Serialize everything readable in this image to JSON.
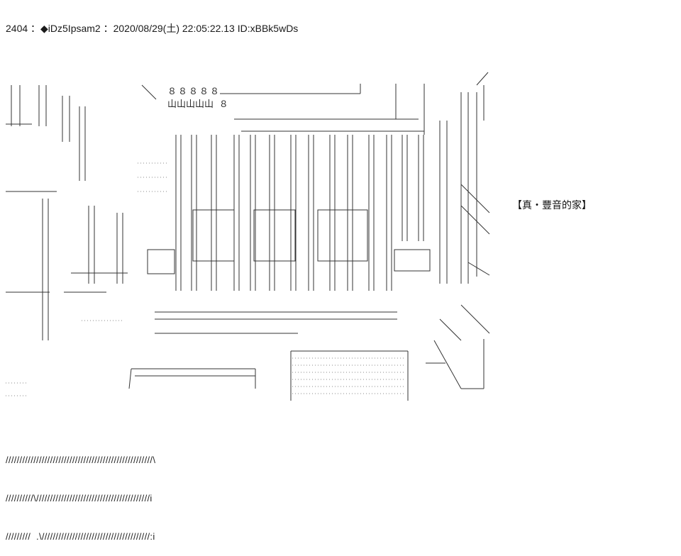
{
  "post": {
    "header": "2404 ：◆iDz5Ipsam2 ：2020/08/29(土) 22:05:22.13 ID:xBBk5wDs"
  },
  "art": {
    "caption": "【真・豐音的家】",
    "numbers_row": "８８８８８",
    "numbers_row2": "山山山山山 ８"
  },
  "footer": {
    "line1": "/////////////////////////////////////////////////////\\",
    "line2": "//////////\\/////////////////////////////////////////i",
    "line3": "/////////  .\\///////////////////////////////////////:i"
  }
}
